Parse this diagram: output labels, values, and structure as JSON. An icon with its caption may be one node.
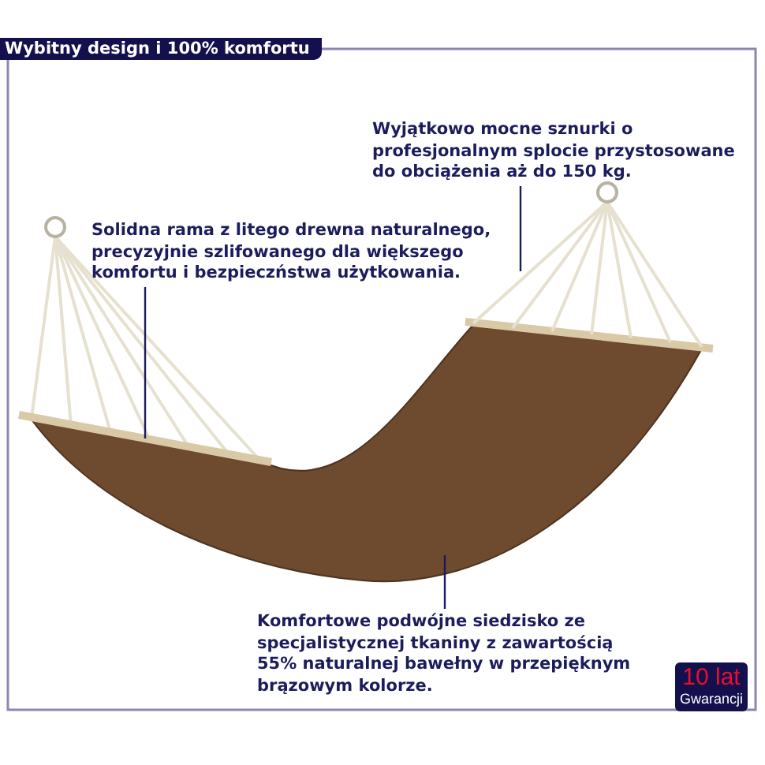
{
  "diagram": {
    "title": "Wybitny design i 100% komfortu",
    "nodes": [
      {
        "text": [
          "Wyjątkowo mocne sznurki o profesjonalnym splocie przystosowane do obciążenia aż do 150 kg."
        ]
      },
      {
        "text": [],
        "shape": "picture"
      },
      {
        "text": [
          "Solidna rama z litego drewna naturalnego, precyzyjnie szlifowanego dla większego komfortu i bezpieczństwa użytkowania."
        ]
      },
      {
        "text": [],
        "shape": "bar"
      },
      {
        "text": [
          "Komfortowe podwójne siedzisko ze specjalistycznej tkaniny z zawartością 55% naturalnej bawełny w przepięknym brązowym kolorze."
        ]
      },
      {
        "text": [],
        "shape": "picture"
      }
    ],
    "edges": [
      {
        "from": 0,
        "to": 1,
        "arrow": "none"
      },
      {
        "from": 2,
        "to": 3,
        "arrow": "none"
      },
      {
        "from": 4,
        "to": 5,
        "arrow": "none"
      }
    ],
    "labels": [
      "10 lat",
      "Gwarancji"
    ]
  }
}
